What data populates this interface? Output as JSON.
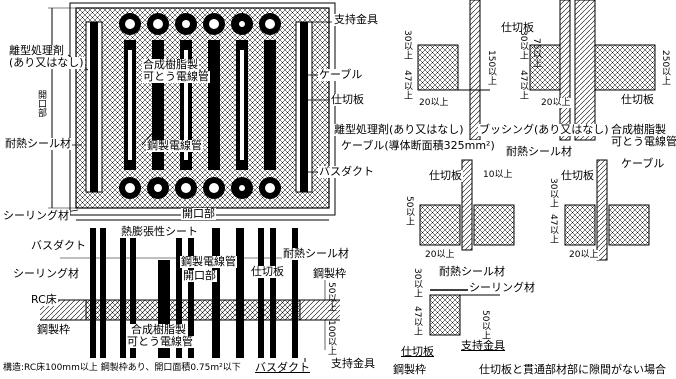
{
  "labels": {
    "support_bracket_top": "支持金具",
    "release_agent": "離型処理剤",
    "release_agent_sub": "(あり又はなし)",
    "synthetic_conduit_1": "合成樹脂製",
    "synthetic_conduit_2": "可とう電線管",
    "cable_top": "ケーブル",
    "opening_vertical": "開口部",
    "partition_top": "仕切板",
    "fire_seal": "耐熱シール材",
    "steel_conduit": "鋼製電線管",
    "bus_duct": "バスダクト",
    "sealing_material": "シーリング材",
    "opening_bottom": "開口部",
    "release_agent_full": "離型処理剤(あり又はなし)",
    "bushing": "ブッシング(あり又はなし)",
    "cable_section": "ケーブル(導体断面積325mm²)",
    "partition_b": "仕切板",
    "fire_seal_b": "耐熱シール材",
    "cable_b": "ケーブル",
    "intumescent_sheet": "熱膨張性シート",
    "bus_duct_low": "バスダクト",
    "sealing_low": "シーリング材",
    "rc_floor": "RC床",
    "steel_frame": "鋼製枠",
    "steel_conduit_low": "鋼製電線管",
    "opening_low": "開口部",
    "partition_low": "仕切板",
    "fire_seal_low": "耐熱シール材",
    "steel_frame_low": "鋼製枠",
    "synthetic_low_1": "合成樹脂製",
    "synthetic_low_2": "可とう電線管",
    "bus_duct_bottom": "バスダクト",
    "support_bracket_bottom": "支持金具",
    "fire_seal_c": "耐熱シール材",
    "sealing_c": "シーリング材",
    "partition_c": "仕切板",
    "support_c": "支持金具",
    "steel_frame_c": "鋼製枠",
    "caption_right": "仕切板と貫通部材部に隙間がない場合",
    "footer": "構造:RC床100mm以上 鋼製枠あり、開口面積0.75m²以下"
  },
  "dimensions": {
    "d30": "30以上",
    "d47": "47以上",
    "d20": "20以上",
    "d75": "75以上",
    "d150": "150以上",
    "d250": "250以上",
    "d10": "10以上",
    "d50": "50以上",
    "d100": "100以上",
    "d30b": "30以上",
    "d47b": "47以上",
    "d50b": "50以上"
  },
  "colors": {
    "line": "#000000",
    "hatch": "#000000",
    "background": "#ffffff"
  }
}
